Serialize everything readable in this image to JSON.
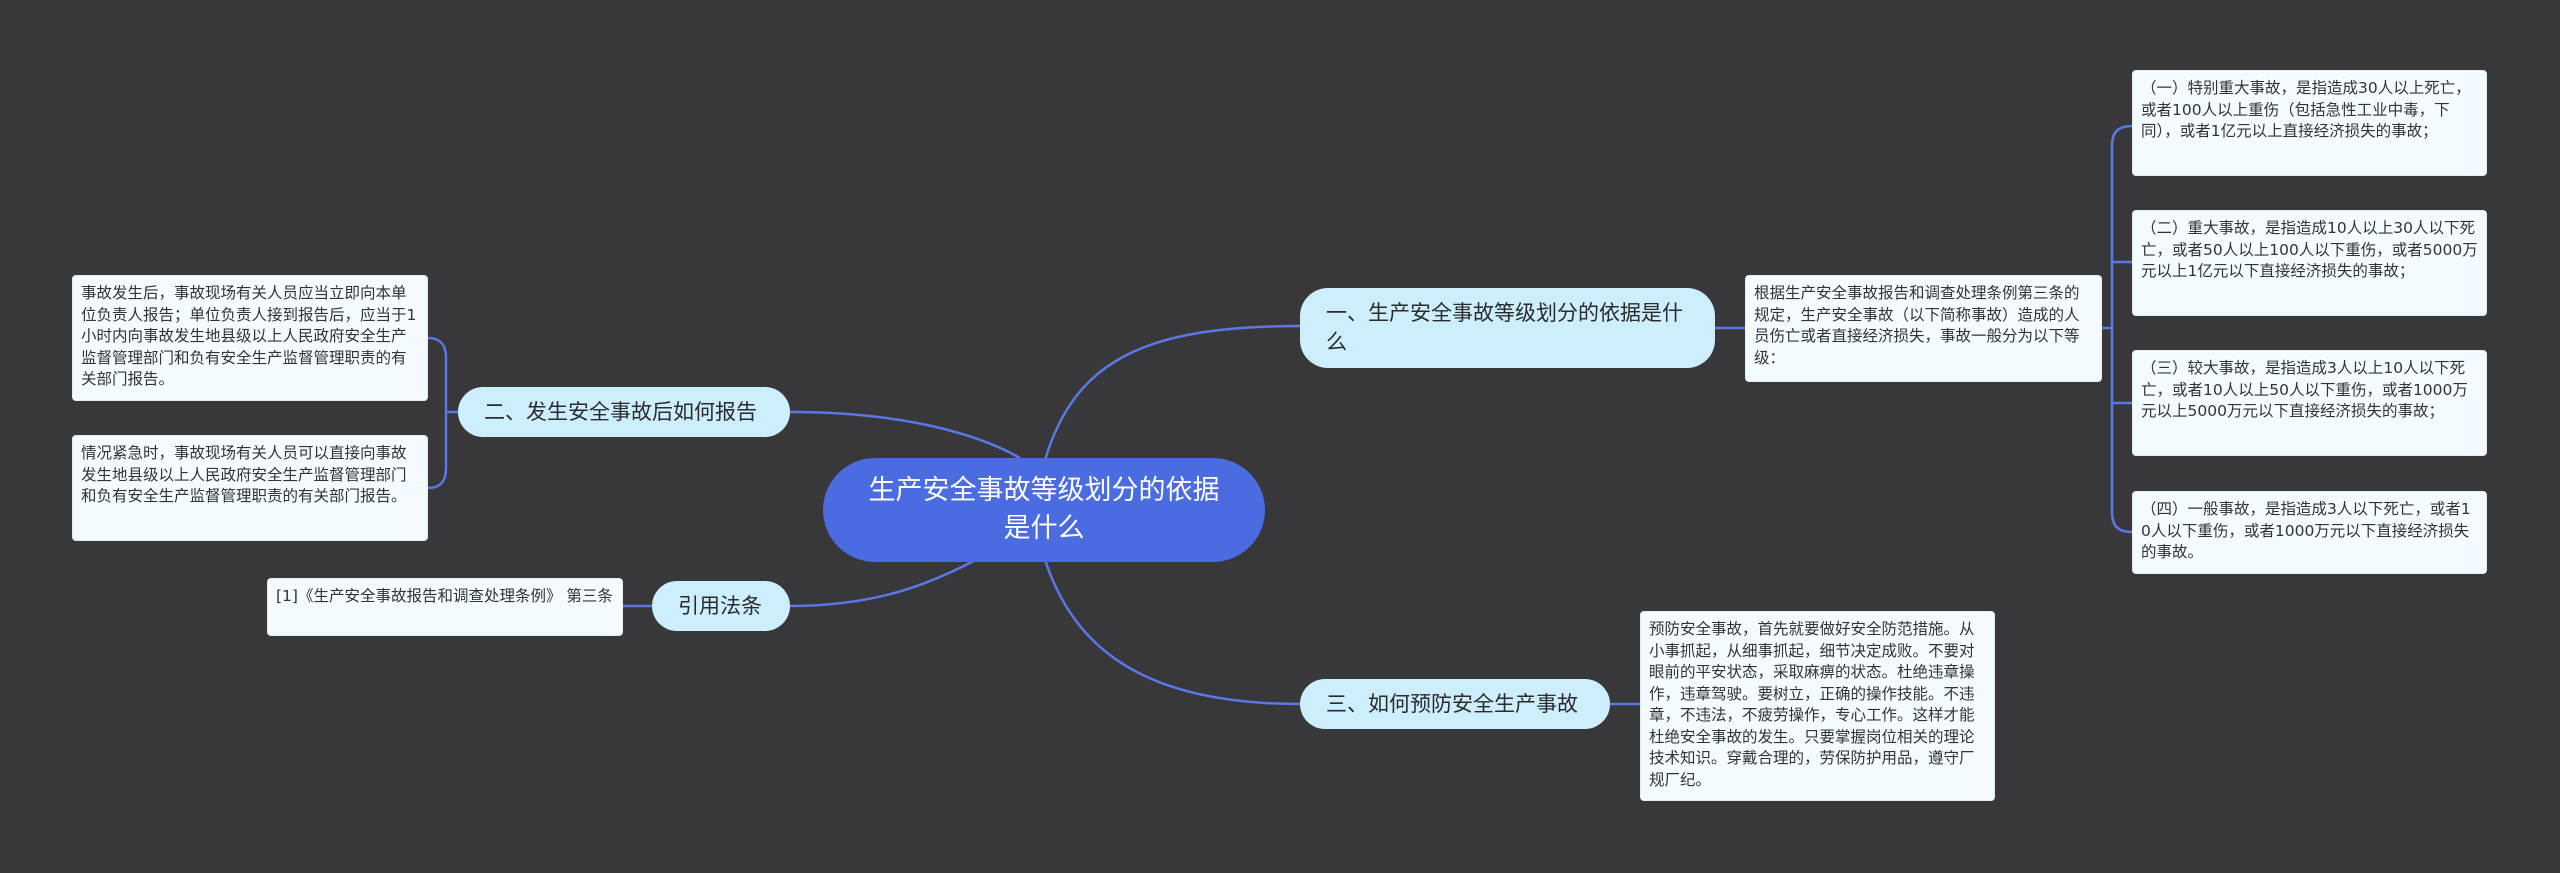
{
  "root": {
    "label": "生产安全事故等级划分的依据是什么"
  },
  "topics": {
    "grading": {
      "label": "一、生产安全事故等级划分的依据是什么"
    },
    "report": {
      "label": "二、发生安全事故后如何报告"
    },
    "law": {
      "label": "引用法条"
    },
    "prevent": {
      "label": "三、如何预防安全生产事故"
    }
  },
  "leaves": {
    "grading_intro": "根据生产安全事故报告和调查处理条例第三条的规定，生产安全事故（以下简称事故）造成的人员伤亡或者直接经济损失，事故一般分为以下等级：",
    "level_1": "（一）特别重大事故，是指造成30人以上死亡，或者100人以上重伤（包括急性工业中毒，下同），或者1亿元以上直接经济损失的事故；",
    "level_2": "（二）重大事故，是指造成10人以上30人以下死亡，或者50人以上100人以下重伤，或者5000万元以上1亿元以下直接经济损失的事故；",
    "level_3": "（三）较大事故，是指造成3人以上10人以下死亡，或者10人以上50人以下重伤，或者1000万元以上5000万元以下直接经济损失的事故；",
    "level_4": "（四）一般事故，是指造成3人以下死亡，或者10人以下重伤，或者1000万元以下直接经济损失的事故。",
    "report_1": "事故发生后，事故现场有关人员应当立即向本单位负责人报告；单位负责人接到报告后，应当于1小时内向事故发生地县级以上人民政府安全生产监督管理部门和负有安全生产监督管理职责的有关部门报告。",
    "report_2": "情况紧急时，事故现场有关人员可以直接向事故发生地县级以上人民政府安全生产监督管理部门和负有安全生产监督管理职责的有关部门报告。",
    "law_1": "[1]《生产安全事故报告和调查处理条例》 第三条",
    "prevent_1": "预防安全事故，首先就要做好安全防范措施。从小事抓起，从细事抓起，细节决定成败。不要对眼前的平安状态，采取麻痹的状态。杜绝违章操作，违章驾驶。要树立，正确的操作技能。不违章，不违法，不疲劳操作，专心工作。这样才能杜绝安全事故的发生。只要掌握岗位相关的理论技术知识。穿戴合理的，劳保防护用品，遵守厂规厂纪。"
  },
  "colors": {
    "background": "#38383a",
    "root": "#4a6ce0",
    "topic": "#cdeefc",
    "leaf": "#f3fbff",
    "connector": "#5b78e6"
  }
}
